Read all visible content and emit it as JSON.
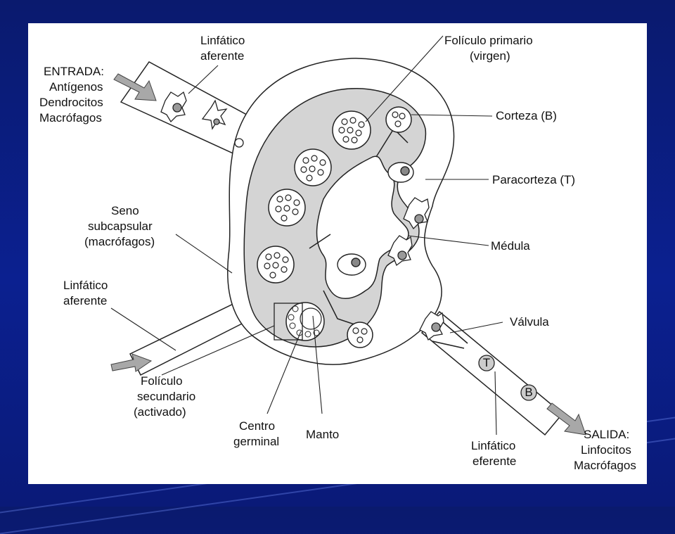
{
  "labels": {
    "entrada": [
      "ENTRADA:",
      "Antígenos",
      "Dendrocitos",
      "Macrófagos"
    ],
    "linfatico_aferente_top": [
      "Linfático",
      "aferente"
    ],
    "foliculo_primario": [
      "Folículo primario",
      "(virgen)"
    ],
    "corteza": "Corteza (B)",
    "paracorteza": "Paracorteza (T)",
    "seno": [
      "Seno",
      "subcapsular",
      "(macrófagos)"
    ],
    "medula": "Médula",
    "linfatico_aferente_bottom": [
      "Linfático",
      "aferente"
    ],
    "valvula": "Válvula",
    "foliculo_secundario": [
      "Folículo",
      "secundario",
      "(activado)"
    ],
    "centro": [
      "Centro",
      "germinal"
    ],
    "manto": "Manto",
    "linfatico_eferente": [
      "Linfático",
      "eferente"
    ],
    "salida": [
      "SALIDA:",
      "Linfocitos",
      "Macrófagos"
    ],
    "cell_t": "T",
    "cell_b": "B"
  },
  "colors": {
    "background": "#0a1a6e",
    "panel": "#ffffff",
    "cortex_fill": "#d4d4d4",
    "stroke": "#222222",
    "arrow": "#a8a8a8"
  }
}
